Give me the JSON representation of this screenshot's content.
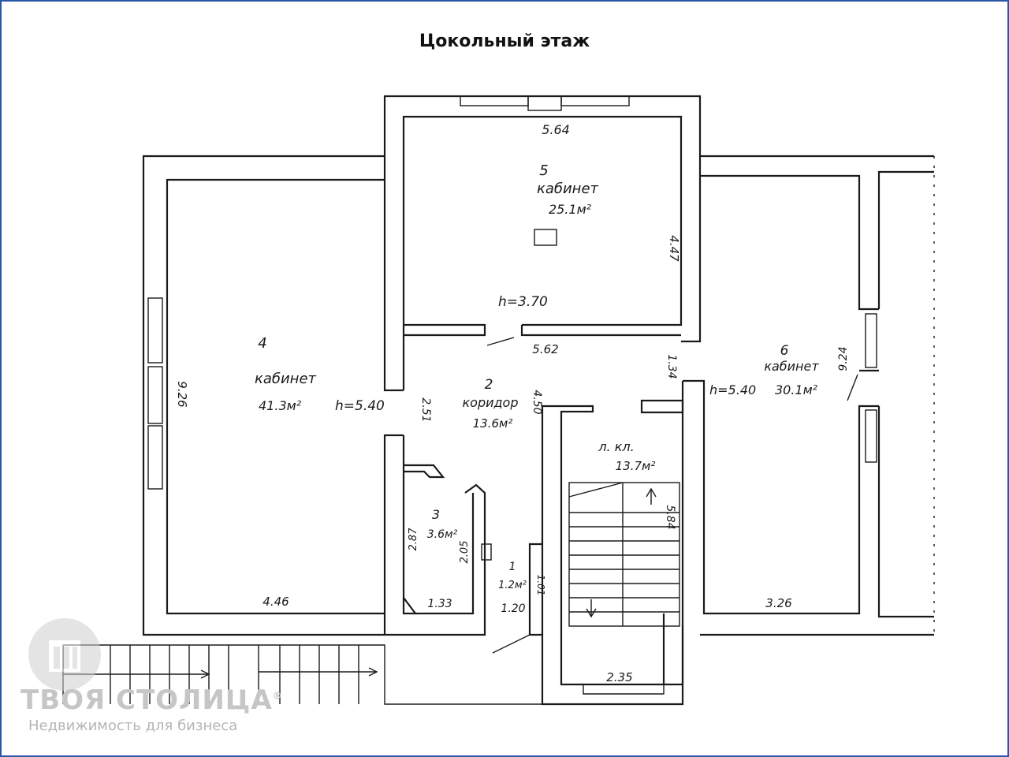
{
  "title": "Цокольный этаж",
  "watermark": {
    "brand": "ТВОЯ СТОЛИЦА",
    "reg_mark": "®",
    "tagline": "Недвижимость для бизнеса",
    "logo_icon": "house-logo-icon",
    "color": "#c6c6c6"
  },
  "frame_color": "#2b57a8",
  "rooms": {
    "room1": {
      "number": "1",
      "area": "1.2м²",
      "dim_w": "1.20",
      "dim_h": "1.01"
    },
    "room2": {
      "number": "2",
      "name": "коридор",
      "area": "13.6м²",
      "dim_a": "2.51",
      "dim_b": "4.50",
      "dim_c": "1.34"
    },
    "room3": {
      "number": "3",
      "area": "3.6м²",
      "dim_a": "2.87",
      "dim_b": "2.05",
      "dim_c": "1.33"
    },
    "room4": {
      "number": "4",
      "name": "кабинет",
      "area": "41.3м²",
      "height": "h=5.40",
      "dim_w": "4.46",
      "dim_h": "9.26"
    },
    "room5": {
      "number": "5",
      "name": "кабинет",
      "area": "25.1м²",
      "height": "h=3.70",
      "dim_w_top": "5.64",
      "dim_w_bottom": "5.62",
      "dim_h": "4.47"
    },
    "room6": {
      "number": "6",
      "name": "кабинет",
      "area": "30.1м²",
      "height": "h=5.40",
      "dim_w": "3.26",
      "dim_h": "9.24"
    },
    "stair": {
      "name": "л. кл.",
      "area": "13.7м²",
      "dim_h": "5.84",
      "dim_w": "2.35"
    }
  }
}
